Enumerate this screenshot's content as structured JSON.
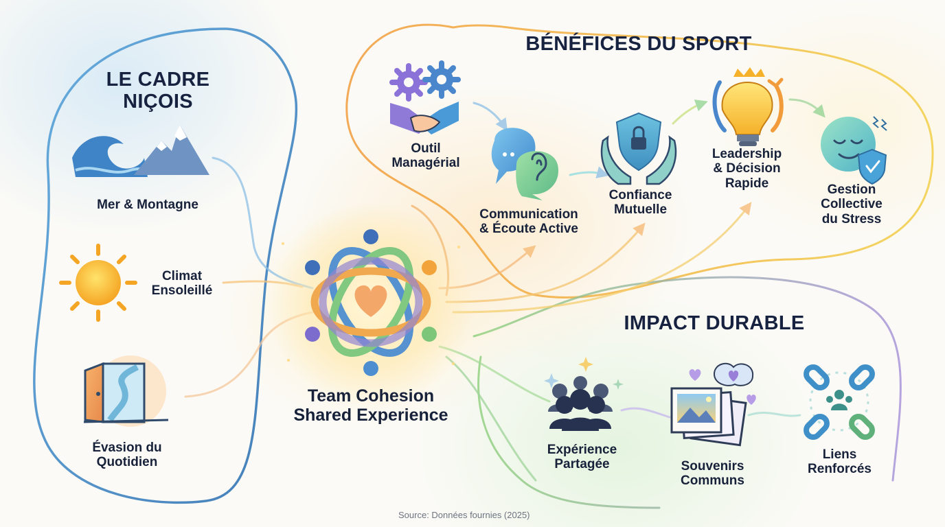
{
  "sections": {
    "cadre": {
      "title": "LE CADRE NIÇOIS",
      "items": [
        {
          "label": "Mer & Montagne",
          "icon": "wave-mountain-icon"
        },
        {
          "label": "Climat\nEnsoleillé",
          "icon": "sun-icon"
        },
        {
          "label": "Évasion du\nQuotidien",
          "icon": "door-path-icon"
        }
      ]
    },
    "benefices": {
      "title": "BÉNÉFICES DU SPORT",
      "items": [
        {
          "label": "Outil\nManagérial",
          "icon": "gears-handshake-icon"
        },
        {
          "label": "Communication\n& Écoute Active",
          "icon": "speech-ear-icon"
        },
        {
          "label": "Confiance\nMutuelle",
          "icon": "shield-hands-icon"
        },
        {
          "label": "Leadership\n& Décision\nRapide",
          "icon": "lightbulb-crown-icon"
        },
        {
          "label": "Gestion\nCollective\ndu Stress",
          "icon": "calm-face-shield-icon"
        }
      ]
    },
    "impact": {
      "title": "IMPACT DURABLE",
      "items": [
        {
          "label": "Expérience\nPartagée",
          "icon": "group-people-icon"
        },
        {
          "label": "Souvenirs\nCommuns",
          "icon": "photos-hearts-icon"
        },
        {
          "label": "Liens\nRenforcés",
          "icon": "chain-links-icon"
        }
      ]
    }
  },
  "center": {
    "label": "Team Cohesion\nShared Experience",
    "icon": "team-circle-heart-icon"
  },
  "source": "Source: Données fournies (2025)",
  "colors": {
    "text": "#17213a",
    "blue": "#3f8fc8",
    "orange": "#f2a43a",
    "green": "#7cc67a",
    "purple": "#9b8fd6"
  }
}
